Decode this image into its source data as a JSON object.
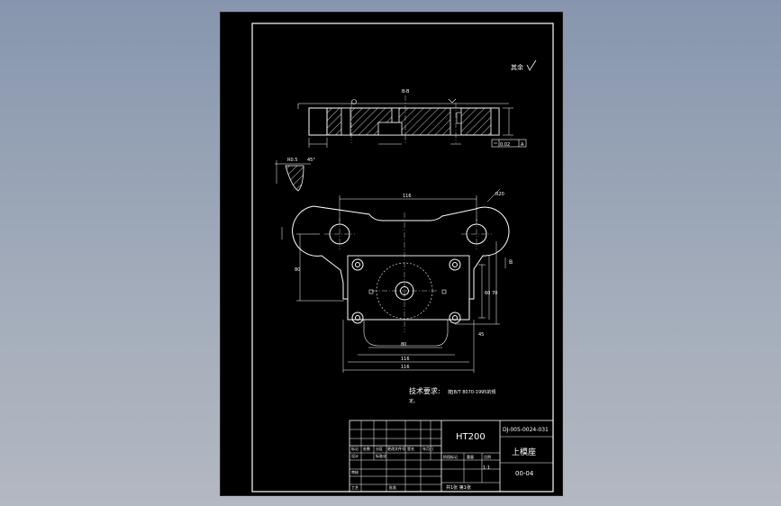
{
  "drawing": {
    "roughness_note": "其余",
    "section_label": "B-B",
    "datum_a": "A",
    "datum_b": "B",
    "flatness_value": "0.02",
    "dims": {
      "overall_width": "116",
      "radius": "R20",
      "height_left": "80",
      "width_bottom1": "80",
      "width_bottom2": "116",
      "width_bottom3": "116",
      "depth_right1": "60",
      "depth_right2": "70",
      "angle": "45",
      "detail_r": "R0.5",
      "detail_angle": "45°"
    },
    "tech_req_title": "技术要求:",
    "tech_req_text": "按JB/T 8070-1995的规",
    "tech_req_text2": "定。"
  },
  "title_block": {
    "material": "HT200",
    "drawing_code": "DJ-005-0024-031",
    "part_name": "上模座",
    "drawing_number": "00-04",
    "scale": "1:1",
    "sheet_info": "共1张  第1张",
    "headers": {
      "mark": "标记",
      "count": "处数",
      "zone": "分区",
      "change_doc": "更改文件号",
      "sign": "签名",
      "date": "年月日",
      "design": "设计",
      "standardize": "标准化",
      "review": "审核",
      "process": "工艺",
      "approve": "批准",
      "stage_mark": "阶段标记",
      "weight": "重量",
      "scale_label": "比例"
    }
  }
}
